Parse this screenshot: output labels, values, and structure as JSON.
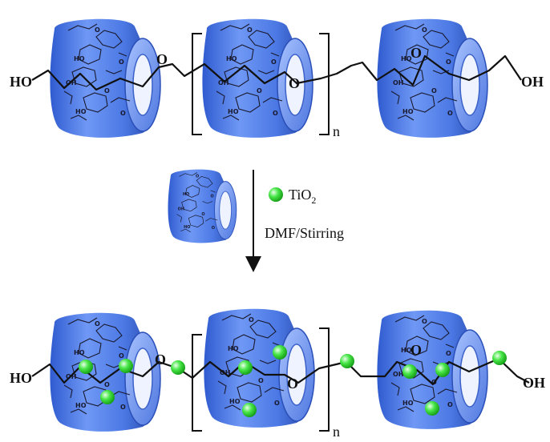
{
  "top_chain": {
    "left_end": "HO",
    "right_end": "OH",
    "linker_o_1": "O",
    "linker_o_2": "O",
    "linker_o_3": "O",
    "repeat": "n"
  },
  "reaction": {
    "reagent_label": "TiO",
    "reagent_subscript": "2",
    "condition": "DMF/Stirring"
  },
  "bottom_chain": {
    "left_end": "HO",
    "right_end": "OH",
    "linker_o_1": "O",
    "linker_o_2": "O",
    "linker_o_3": "O",
    "repeat": "n"
  },
  "colors": {
    "cyclodextrin": "#4a78e6",
    "tio2_particle": "#3ee23e",
    "bond": "#111111"
  }
}
